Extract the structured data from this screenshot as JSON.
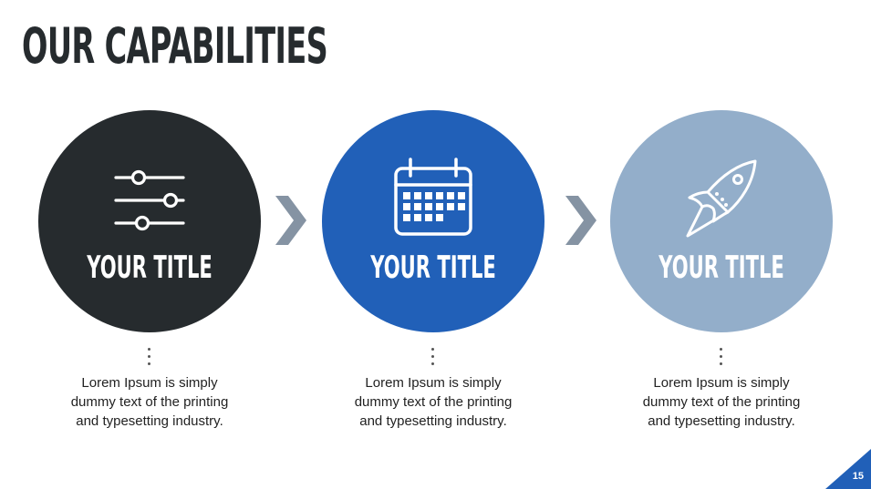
{
  "slide": {
    "title": "OUR CAPABILITIES",
    "page_number": "15",
    "colors": {
      "title_text": "#262b2e",
      "accent_blue": "#2160b8",
      "arrow_gray": "#8593a3"
    }
  },
  "steps": [
    {
      "title": "YOUR TITLE",
      "icon": "sliders-icon",
      "color": "#262b2e",
      "description": "Lorem Ipsum is simply dummy text of the printing and typesetting industry."
    },
    {
      "title": "YOUR TITLE",
      "icon": "calendar-icon",
      "color": "#2160b8",
      "description": "Lorem Ipsum is simply dummy text of the printing and typesetting industry."
    },
    {
      "title": "YOUR TITLE",
      "icon": "rocket-icon",
      "color": "#93aeca",
      "description": "Lorem Ipsum is simply dummy text of the printing and typesetting industry."
    }
  ],
  "connectors": [
    {
      "icon": "chevron-right-icon"
    },
    {
      "icon": "chevron-right-icon"
    }
  ]
}
